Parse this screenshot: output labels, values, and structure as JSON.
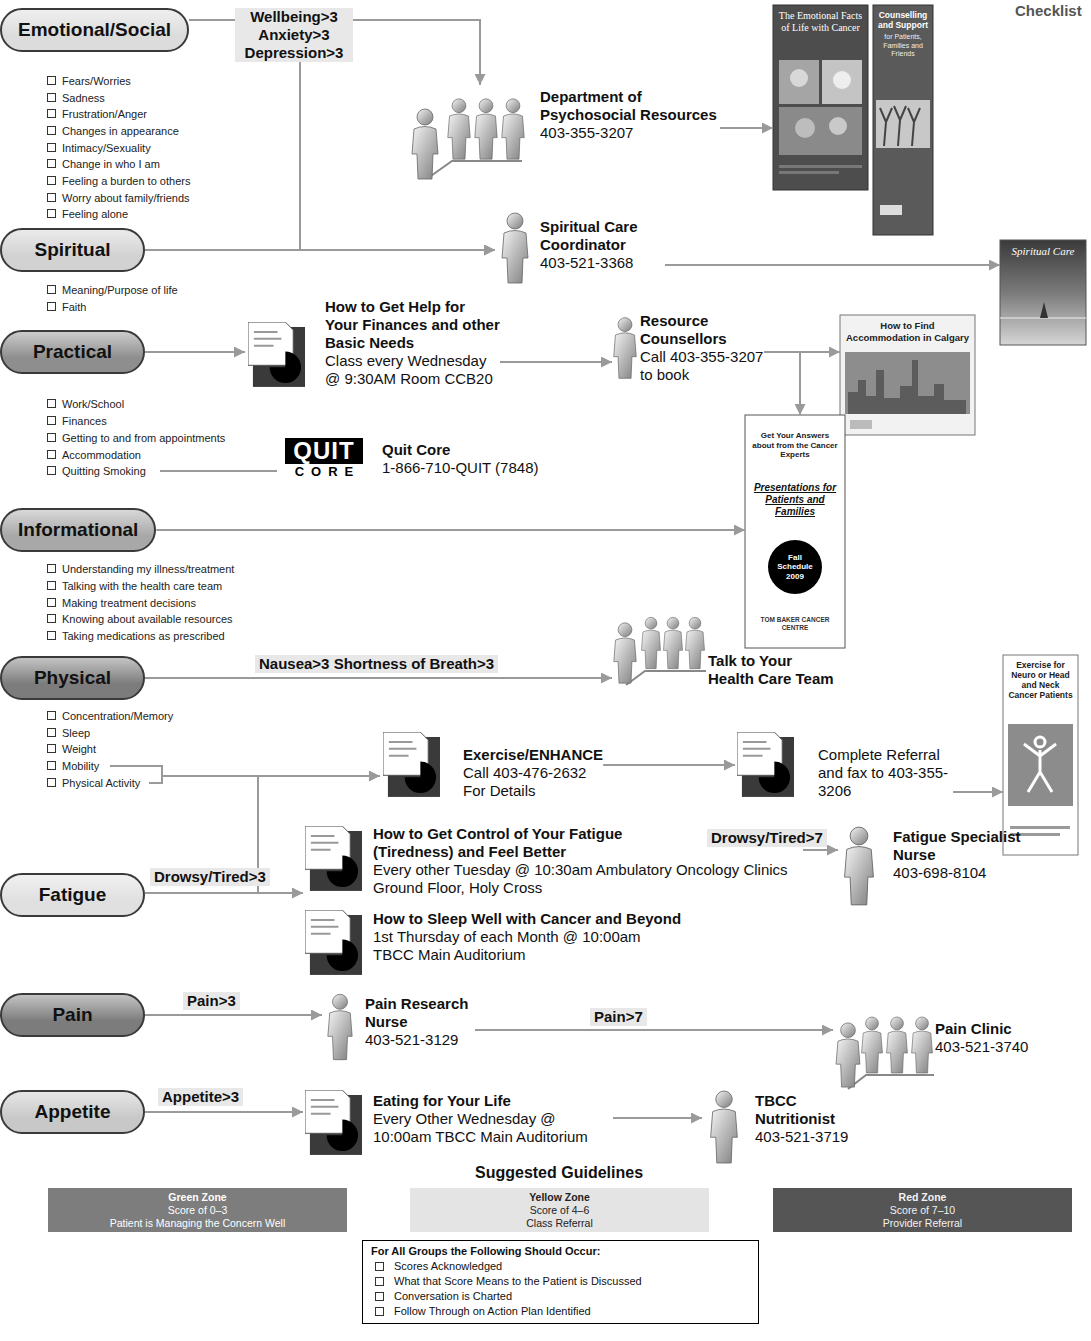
{
  "diagram": {
    "nodes": [
      {
        "text": [
          "Emotional/Social"
        ]
      },
      {
        "text": [
          "Spiritual"
        ]
      },
      {
        "text": [
          "Practical"
        ]
      },
      {
        "text": [
          "Informational"
        ]
      },
      {
        "text": [
          "Physical"
        ]
      },
      {
        "text": [
          "Fatigue"
        ]
      },
      {
        "text": [
          "Pain"
        ]
      },
      {
        "text": [
          "Appetite"
        ]
      },
      {
        "text": [
          "Department of Psychosocial Resources",
          "403-355-3207"
        ]
      },
      {
        "text": [
          "The Emotional Facts of Life with Cancer"
        ]
      },
      {
        "text": [
          "Counselling and Support",
          "for Patients, Families and Friends"
        ]
      },
      {
        "text": [
          "Spiritual Care Coordinator",
          "403-521-3368"
        ]
      },
      {
        "text": [
          "Spiritual Care"
        ]
      },
      {
        "text": [
          "How to Get Help for Your Finances and other Basic Needs",
          "Class every Wednesday @ 9:30AM Room CCB20"
        ]
      },
      {
        "text": [
          "Resource Counsellors",
          "Call 403-355-3207 to book"
        ]
      },
      {
        "text": [
          "How to Find Accommodation in Calgary"
        ]
      },
      {
        "text": [
          "QUIT",
          "CORE",
          "Quit Core",
          "1-866-710-QUIT (7848)"
        ]
      },
      {
        "text": [
          "Get Your Answers about from the Cancer Experts",
          "Presentations for Patients and Families",
          "Fall Schedule 2009",
          "TOM BAKER CANCER CENTRE"
        ]
      },
      {
        "text": [
          "Talk to Your Health Care Team"
        ]
      },
      {
        "text": [
          "Exercise for Neuro or Head and Neck Cancer Patients"
        ]
      },
      {
        "text": [
          "Exercise/ENHANCE",
          "Call 403-476-2632 For Details"
        ]
      },
      {
        "text": [
          "Complete Referral and fax to 403-355-3206"
        ]
      },
      {
        "text": [
          "How to Get Control of Your Fatigue (Tiredness) and Feel Better",
          "Every other Tuesday @ 10:30am Ambulatory Oncology Clinics Ground Floor, Holy Cross"
        ]
      },
      {
        "text": [
          "How to Sleep Well with Cancer and Beyond",
          "1st Thursday of each Month @ 10:00am TBCC Main Auditorium"
        ]
      },
      {
        "text": [
          "Fatigue Specialist Nurse",
          "403-698-8104"
        ]
      },
      {
        "text": [
          "Pain Research Nurse",
          "403-521-3129"
        ]
      },
      {
        "text": [
          "Pain Clinic",
          "403-521-3740"
        ]
      },
      {
        "text": [
          "Eating for Your Life",
          "Every Other Wednesday @ 10:00am TBCC Main Auditorium"
        ]
      },
      {
        "text": [
          "TBCC Nutritionist",
          "403-521-3719"
        ]
      },
      {
        "text": [
          "Green Zone",
          "Score of 0–3",
          "Patient is Managing the Concern Well"
        ]
      },
      {
        "text": [
          "Yellow Zone",
          "Score of 4–6",
          "Class Referral"
        ]
      },
      {
        "text": [
          "Red Zone",
          "Score of 7–10",
          "Provider Referral"
        ]
      },
      {
        "text": [
          "For All Groups the Following Should Occur:",
          "Scores Acknowledged",
          "What that Score Means to the Patient is Discussed",
          "Conversation is Charted",
          "Follow Through on Action Plan Identified"
        ]
      }
    ],
    "edges": [
      {
        "from": 0,
        "to": 8,
        "label": "Wellbeing>3 Anxiety>3 Depression>3",
        "arrow": "to"
      },
      {
        "from": 0,
        "to": 11,
        "arrow": "to"
      },
      {
        "from": 8,
        "to": 9,
        "arrow": "to"
      },
      {
        "from": 1,
        "to": 11,
        "arrow": "to"
      },
      {
        "from": 11,
        "to": 12,
        "arrow": "to"
      },
      {
        "from": 2,
        "to": 13,
        "arrow": "to"
      },
      {
        "from": 13,
        "to": 14,
        "arrow": "to"
      },
      {
        "from": 14,
        "to": 15,
        "arrow": "to"
      },
      {
        "from": 14,
        "to": 17,
        "arrow": "to"
      },
      {
        "from": 3,
        "to": 17,
        "arrow": "to"
      },
      {
        "from": 4,
        "to": 18,
        "label": "Nausea>3 Shortness of Breath>3",
        "arrow": "to"
      },
      {
        "from": 5,
        "to": 20,
        "arrow": "to"
      },
      {
        "from": 5,
        "to": 22,
        "label": "Drowsy/Tired>3",
        "arrow": "to"
      },
      {
        "from": 20,
        "to": 21,
        "arrow": "to"
      },
      {
        "from": 21,
        "to": 19,
        "arrow": "to"
      },
      {
        "from": 22,
        "to": 24,
        "label": "Drowsy/Tired>7",
        "arrow": "to"
      },
      {
        "from": 6,
        "to": 25,
        "label": "Pain>3",
        "arrow": "to"
      },
      {
        "from": 25,
        "to": 26,
        "label": "Pain>7",
        "arrow": "to"
      },
      {
        "from": 7,
        "to": 27,
        "label": "Appetite>3",
        "arrow": "to"
      },
      {
        "from": 27,
        "to": 28,
        "arrow": "to"
      }
    ],
    "labels": [
      "Checklist",
      "Fears/Worries",
      "Sadness",
      "Frustration/Anger",
      "Changes in appearance",
      "Intimacy/Sexuality",
      "Change in who I am",
      "Feeling a burden to others",
      "Worry about family/friends",
      "Feeling alone",
      "Meaning/Purpose of life",
      "Faith",
      "Work/School",
      "Finances",
      "Getting to and from appointments",
      "Accommodation",
      "Quitting Smoking",
      "Understanding my illness/treatment",
      "Talking with the health care team",
      "Making treatment decisions",
      "Knowing about available resources",
      "Taking medications as prescribed",
      "Concentration/Memory",
      "Sleep",
      "Weight",
      "Mobility",
      "Physical Activity",
      "Suggested Guidelines"
    ]
  }
}
